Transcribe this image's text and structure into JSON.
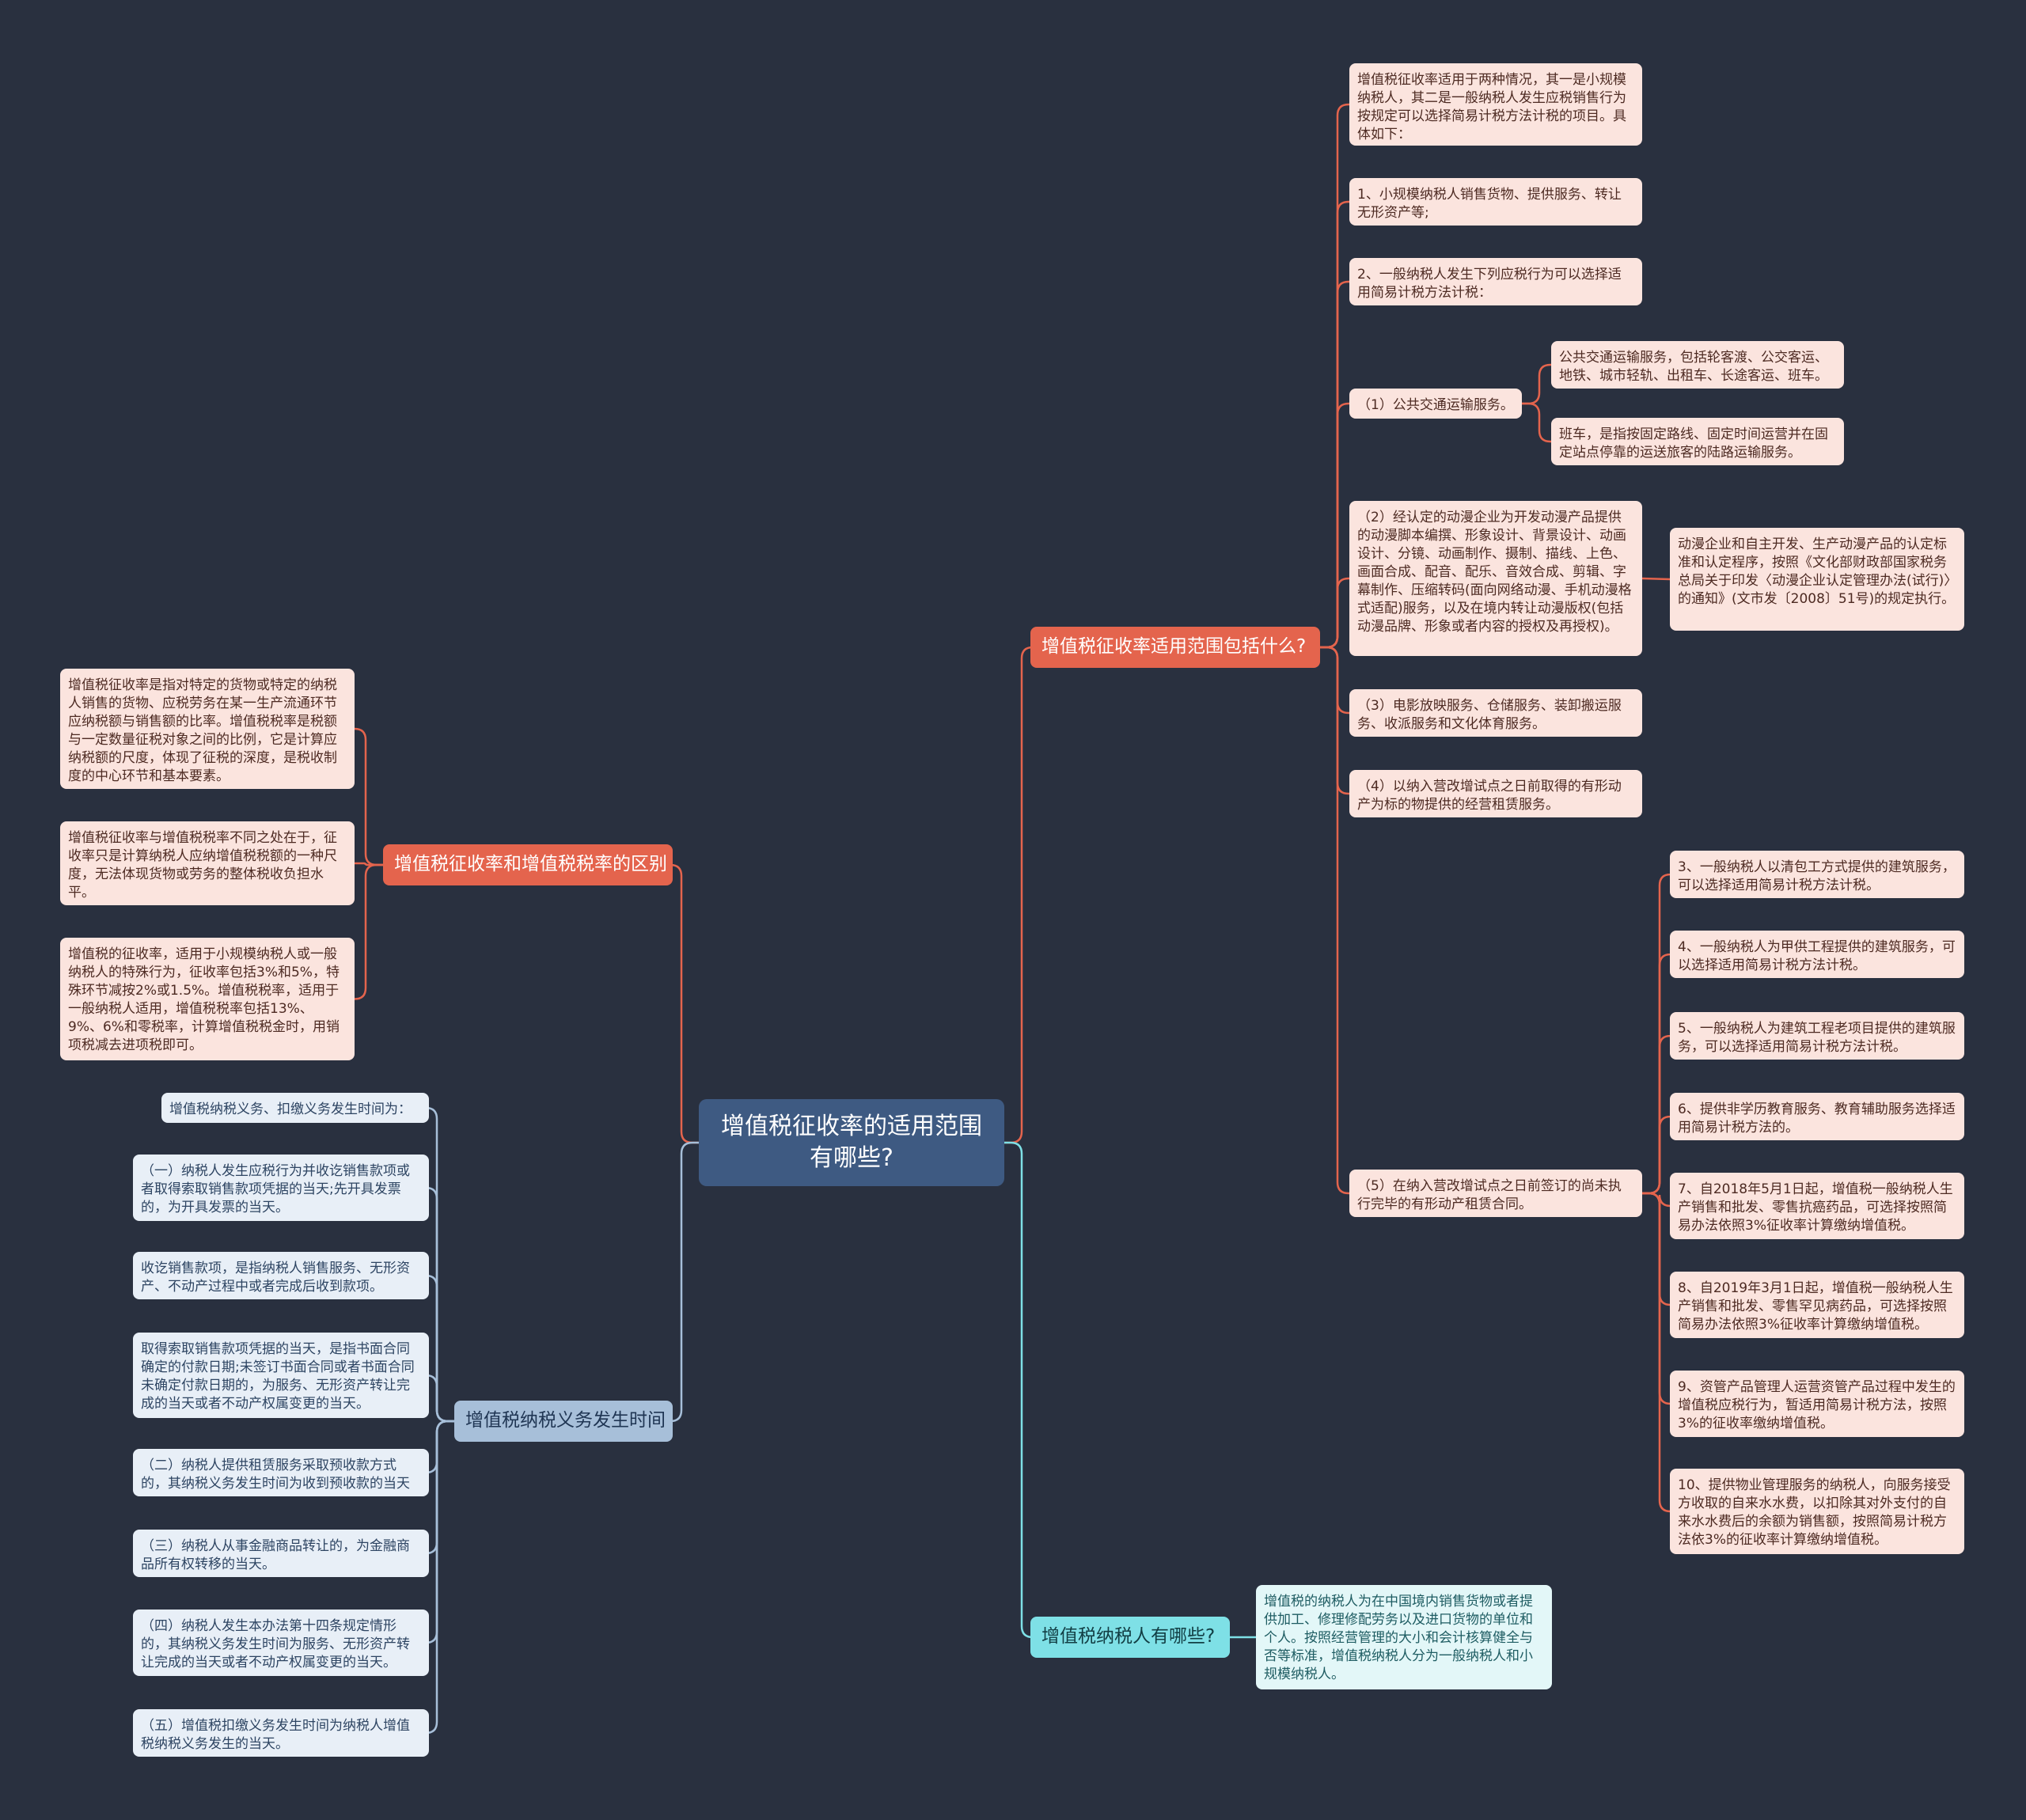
{
  "colors": {
    "background": "#29303f",
    "root": "#3e5a82",
    "branch_red": "#e4644d",
    "branch_blue": "#a7bfd9",
    "branch_cyan": "#7ee0e6",
    "leaf_red": "#fbe4de",
    "leaf_blue": "#e8eff7",
    "leaf_cyan": "#e3f7f8"
  },
  "root": {
    "label": "增值税征收率的适用范围有哪些?"
  },
  "branches": {
    "scope": {
      "label": "增值税征收率适用范围包括什么?",
      "items": {
        "intro": "增值税征收率适用于两种情况，其一是小规模纳税人，其二是一般纳税人发生应税销售行为按规定可以选择简易计税方法计税的项目。具体如下：",
        "item1": "1、小规模纳税人销售货物、提供服务、转让无形资产等;",
        "item2": "2、一般纳税人发生下列应税行为可以选择适用简易计税方法计税：",
        "sub1": "（1）公共交通运输服务。",
        "sub1_a": "公共交通运输服务，包括轮客渡、公交客运、地铁、城市轻轨、出租车、长途客运、班车。",
        "sub1_b": "班车，是指按固定路线、固定时间运营并在固定站点停靠的运送旅客的陆路运输服务。",
        "sub2": "（2）经认定的动漫企业为开发动漫产品提供的动漫脚本编撰、形象设计、背景设计、动画设计、分镜、动画制作、摄制、描线、上色、画面合成、配音、配乐、音效合成、剪辑、字幕制作、压缩转码(面向网络动漫、手机动漫格式适配)服务，以及在境内转让动漫版权(包括动漫品牌、形象或者内容的授权及再授权)。",
        "sub2_a": "动漫企业和自主开发、生产动漫产品的认定标准和认定程序，按照《文化部财政部国家税务总局关于印发〈动漫企业认定管理办法(试行)〉的通知》(文市发〔2008〕51号)的规定执行。",
        "sub3": "（3）电影放映服务、仓储服务、装卸搬运服务、收派服务和文化体育服务。",
        "sub4": "（4）以纳入营改增试点之日前取得的有形动产为标的物提供的经营租赁服务。",
        "sub5": "（5）在纳入营改增试点之日前签订的尚未执行完毕的有形动产租赁合同。",
        "sub5_3": "3、一般纳税人以清包工方式提供的建筑服务，可以选择适用简易计税方法计税。",
        "sub5_4": "4、一般纳税人为甲供工程提供的建筑服务，可以选择适用简易计税方法计税。",
        "sub5_5": "5、一般纳税人为建筑工程老项目提供的建筑服务，可以选择适用简易计税方法计税。",
        "sub5_6": "6、提供非学历教育服务、教育辅助服务选择适用简易计税方法的。",
        "sub5_7": "7、自2018年5月1日起，增值税一般纳税人生产销售和批发、零售抗癌药品，可选择按照简易办法依照3%征收率计算缴纳增值税。",
        "sub5_8": "8、自2019年3月1日起，增值税一般纳税人生产销售和批发、零售罕见病药品，可选择按照简易办法依照3%征收率计算缴纳增值税。",
        "sub5_9": "9、资管产品管理人运营资管产品过程中发生的增值税应税行为，暂适用简易计税方法，按照3%的征收率缴纳增值税。",
        "sub5_10": "10、提供物业管理服务的纳税人，向服务接受方收取的自来水水费，以扣除其对外支付的自来水水费后的余额为销售额，按照简易计税方法依3%的征收率计算缴纳增值税。"
      }
    },
    "difference": {
      "label": "增值税征收率和增值税税率的区别",
      "items": {
        "d1": "增值税征收率是指对特定的货物或特定的纳税人销售的货物、应税劳务在某一生产流通环节应纳税额与销售额的比率。增值税税率是税额与一定数量征税对象之间的比例，它是计算应纳税额的尺度，体现了征税的深度，是税收制度的中心环节和基本要素。",
        "d2": "增值税征收率与增值税税率不同之处在于，征收率只是计算纳税人应纳增值税税额的一种尺度，无法体现货物或劳务的整体税收负担水平。",
        "d3": "增值税的征收率，适用于小规模纳税人或一般纳税人的特殊行为，征收率包括3%和5%，特殊环节减按2%或1.5%。增值税税率，适用于一般纳税人适用，增值税税率包括13%、9%、6%和零税率，计算增值税税金时，用销项税减去进项税即可。"
      }
    },
    "timing": {
      "label": "增值税纳税义务发生时间",
      "items": {
        "t0": "增值税纳税义务、扣缴义务发生时间为：",
        "t1": "（一）纳税人发生应税行为并收讫销售款项或者取得索取销售款项凭据的当天;先开具发票的，为开具发票的当天。",
        "t2": "收讫销售款项，是指纳税人销售服务、无形资产、不动产过程中或者完成后收到款项。",
        "t3": "取得索取销售款项凭据的当天，是指书面合同确定的付款日期;未签订书面合同或者书面合同未确定付款日期的，为服务、无形资产转让完成的当天或者不动产权属变更的当天。",
        "t4": "（二）纳税人提供租赁服务采取预收款方式的，其纳税义务发生时间为收到预收款的当天",
        "t5": "（三）纳税人从事金融商品转让的，为金融商品所有权转移的当天。",
        "t6": "（四）纳税人发生本办法第十四条规定情形的，其纳税义务发生时间为服务、无形资产转让完成的当天或者不动产权属变更的当天。",
        "t7": "（五）增值税扣缴义务发生时间为纳税人增值税纳税义务发生的当天。"
      }
    },
    "taxpayers": {
      "label": "增值税纳税人有哪些?",
      "items": {
        "p1": "增值税的纳税人为在中国境内销售货物或者提供加工、修理修配劳务以及进口货物的单位和个人。按照经营管理的大小和会计核算健全与否等标准，增值税纳税人分为一般纳税人和小规模纳税人。"
      }
    }
  }
}
